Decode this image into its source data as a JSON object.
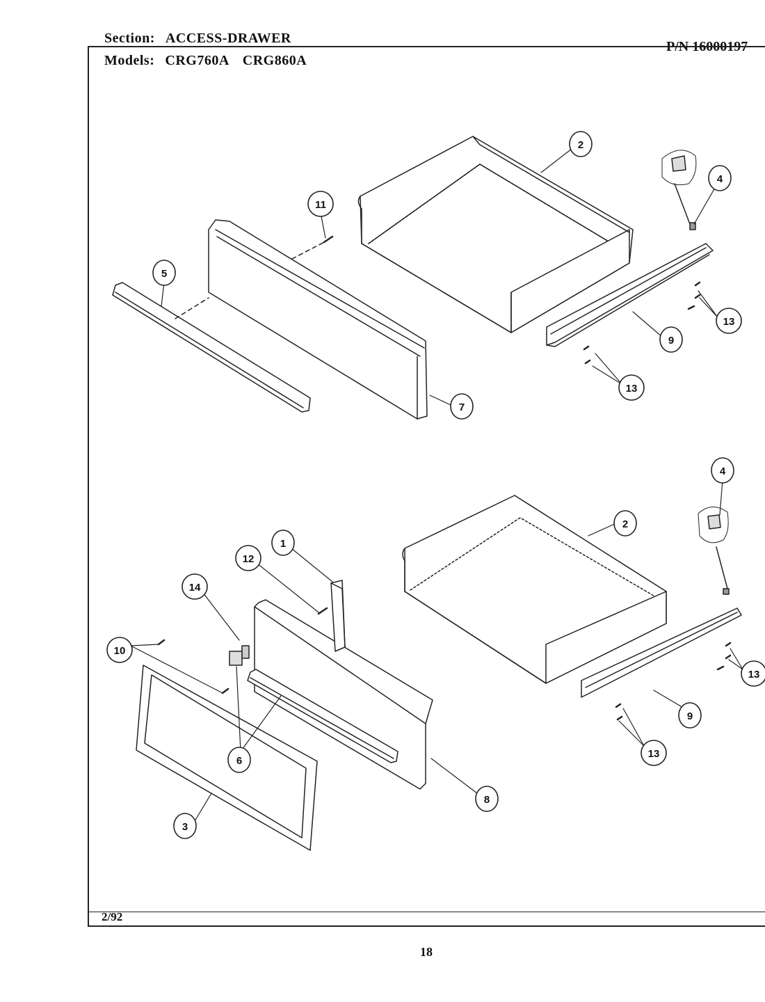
{
  "header": {
    "section_label": "Section:",
    "section_value": "ACCESS-DRAWER",
    "models_label": "Models:",
    "models": [
      "CRG760A",
      "CRG860A"
    ],
    "part_number": "P/N 16000197"
  },
  "footer": {
    "date": "2/92",
    "page_number": "18"
  },
  "diagram": {
    "callouts": [
      "1",
      "2",
      "3",
      "4",
      "5",
      "6",
      "7",
      "8",
      "9",
      "10",
      "11",
      "12",
      "13",
      "14"
    ]
  }
}
